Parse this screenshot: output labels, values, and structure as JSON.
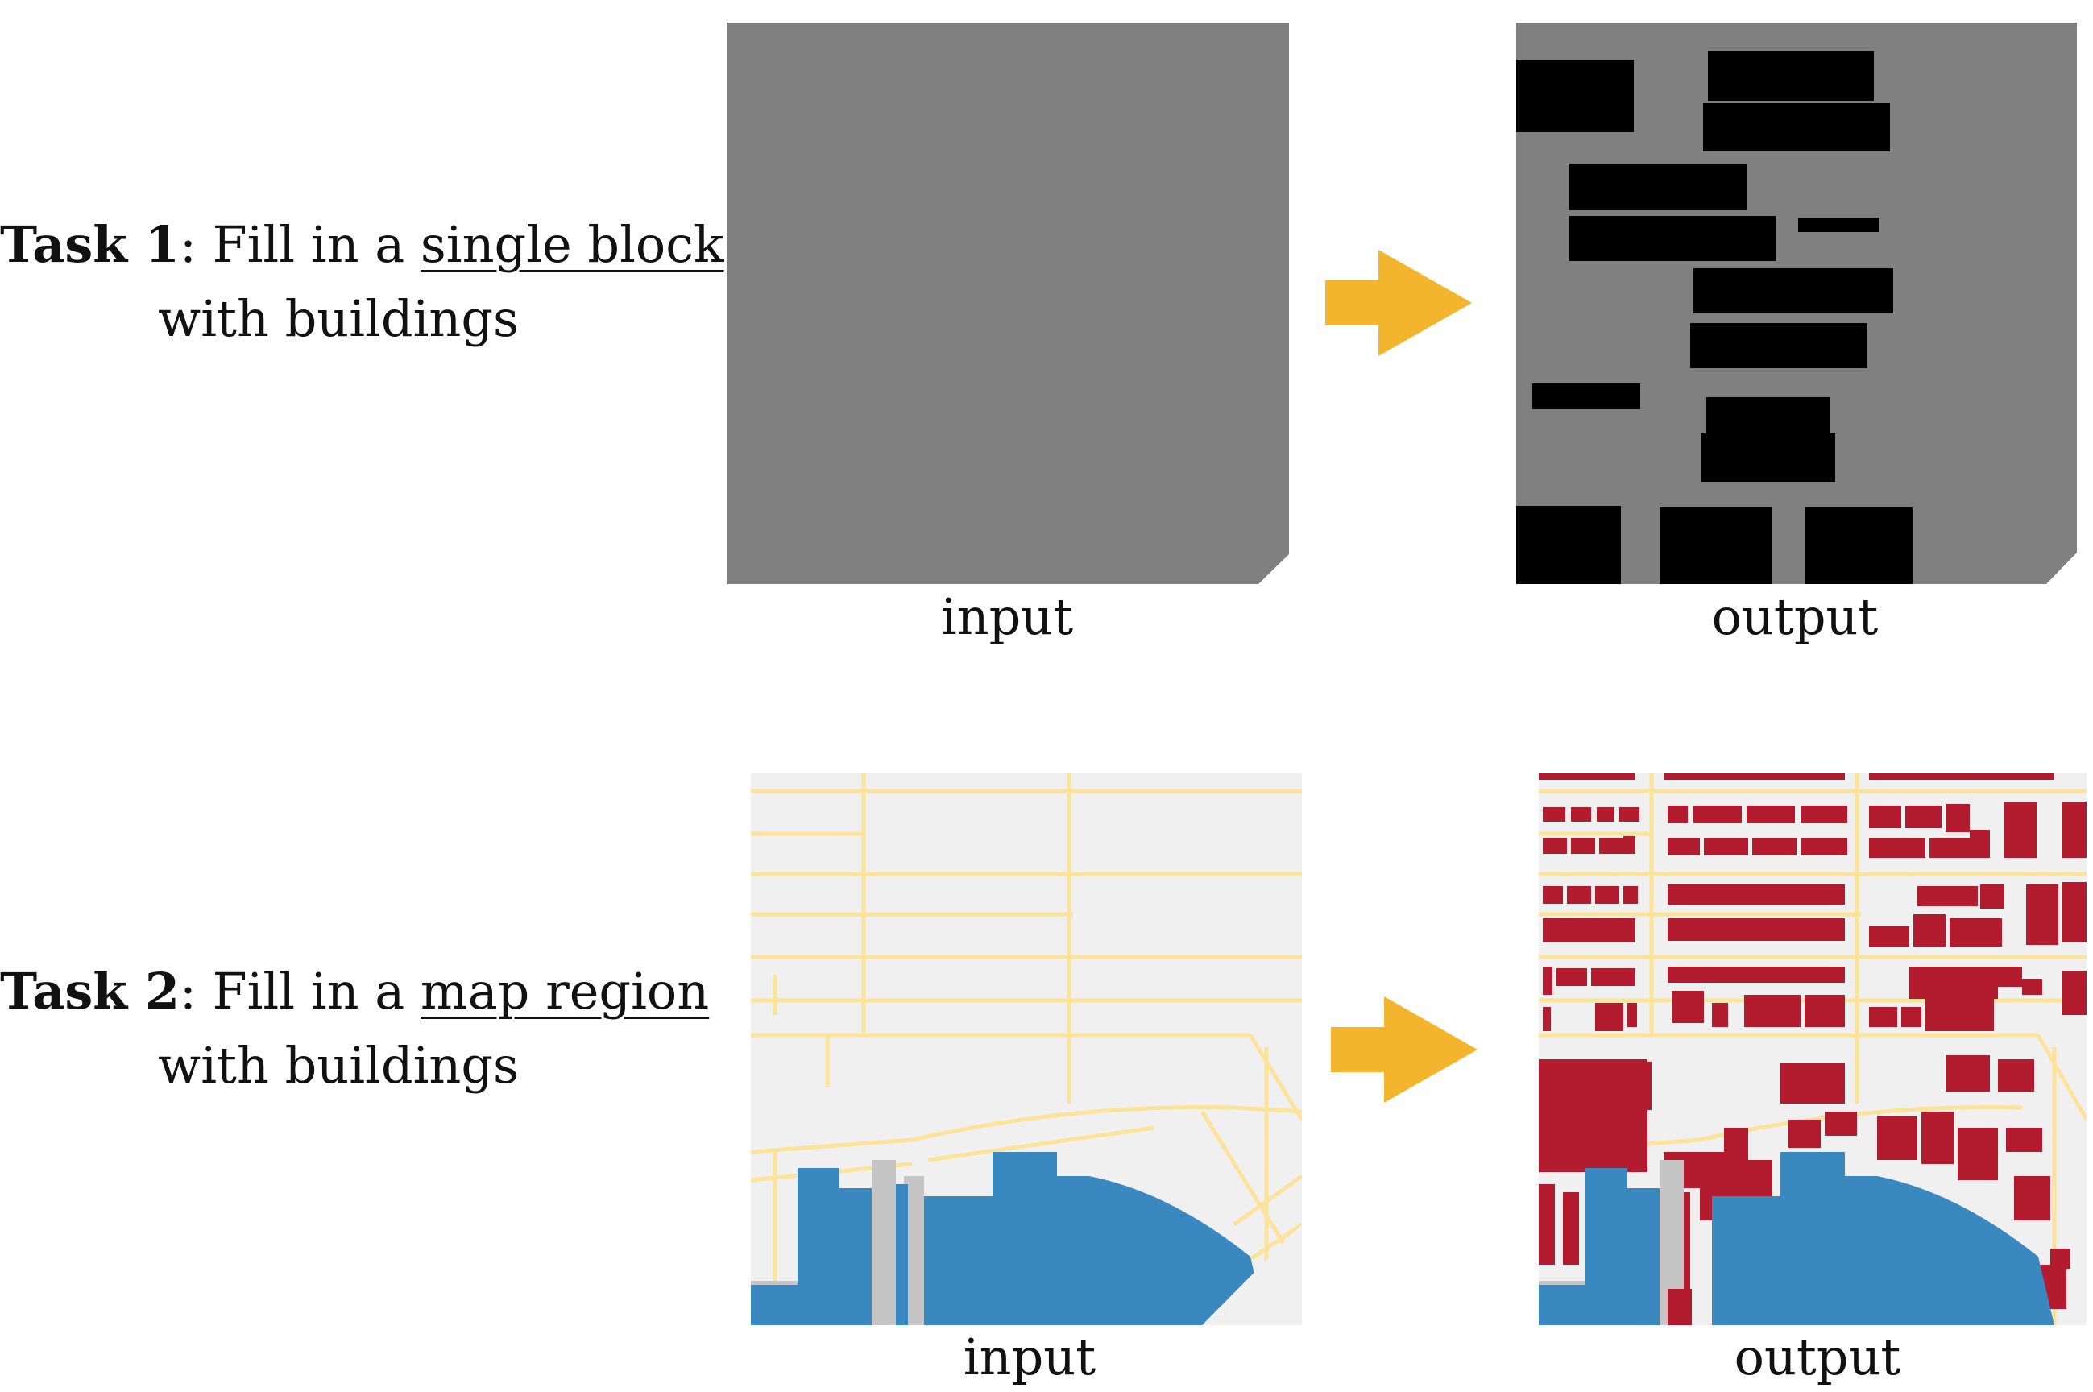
{
  "tasks": [
    {
      "prefix": "Task 1",
      "middle": ": Fill in a ",
      "emphasis": "single block",
      "line2": "with buildings",
      "input_caption": "input",
      "output_caption": "output"
    },
    {
      "prefix": "Task 2",
      "middle": ": Fill in a ",
      "emphasis": "map region",
      "line2": "with buildings",
      "input_caption": "input",
      "output_caption": "output"
    }
  ],
  "colors": {
    "block_gray": "#808080",
    "building_black": "#000000",
    "arrow_yellow": "#f3b52e",
    "map_background": "#f0f0f0",
    "road_yellow": "#fde29a",
    "water_blue": "#3a88c0",
    "pier_gray": "#c5c5c5",
    "building_red": "#b31c2e"
  }
}
